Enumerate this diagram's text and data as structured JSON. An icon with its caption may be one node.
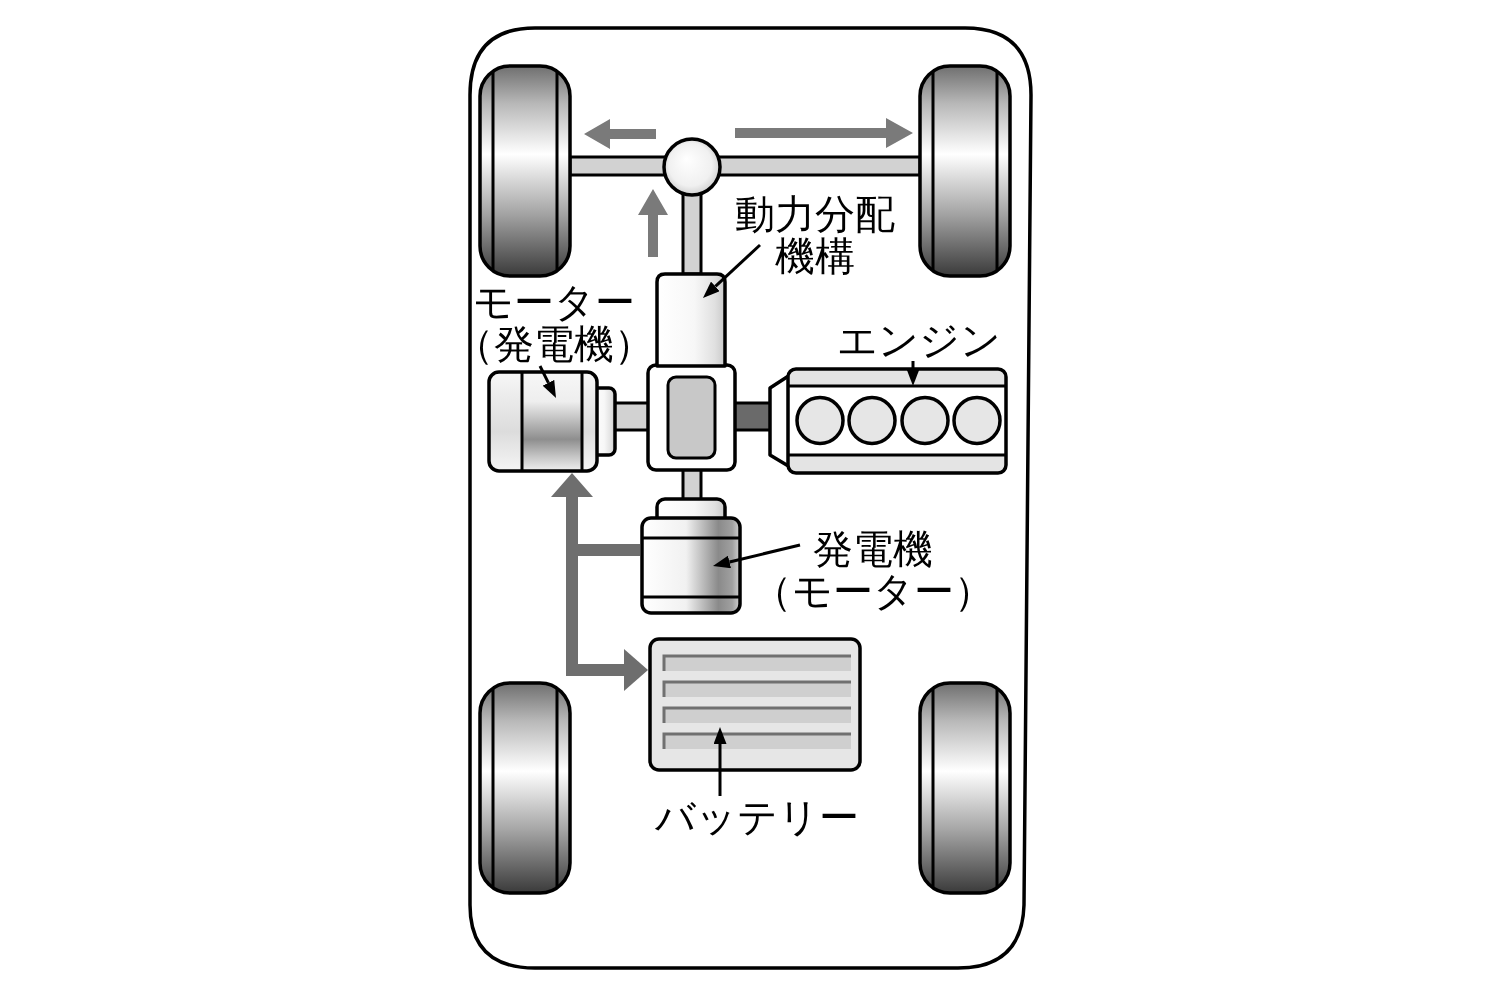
{
  "diagram": {
    "nodes": [
      {
        "text": [
          "動力分配機構"
        ]
      },
      {
        "text": [],
        "shape": "cylinder"
      },
      {
        "text": [
          "モーター（発電機）"
        ]
      },
      {
        "text": [],
        "shape": "cylinder"
      },
      {
        "text": [
          "エンジン"
        ]
      },
      {
        "text": [],
        "shape": "box"
      },
      {
        "text": [
          "発電機（モーター）"
        ]
      },
      {
        "text": [],
        "shape": "cylinder"
      },
      {
        "text": [],
        "shape": "box"
      },
      {
        "text": [
          "バッテリー"
        ]
      }
    ],
    "edges": [
      {
        "from": 0,
        "to": 1,
        "arrow": "to"
      },
      {
        "from": 2,
        "to": 3,
        "arrow": "to"
      },
      {
        "from": 4,
        "to": 5,
        "arrow": "to"
      },
      {
        "from": 6,
        "to": 7,
        "arrow": "to"
      },
      {
        "from": 9,
        "to": 8,
        "arrow": "to"
      },
      {
        "from": 7,
        "to": 3,
        "arrow": "to",
        "style": "thick",
        "color": "#6e6e6e"
      },
      {
        "from": 7,
        "to": 8,
        "arrow": "to",
        "style": "thick",
        "color": "#6e6e6e"
      }
    ]
  }
}
